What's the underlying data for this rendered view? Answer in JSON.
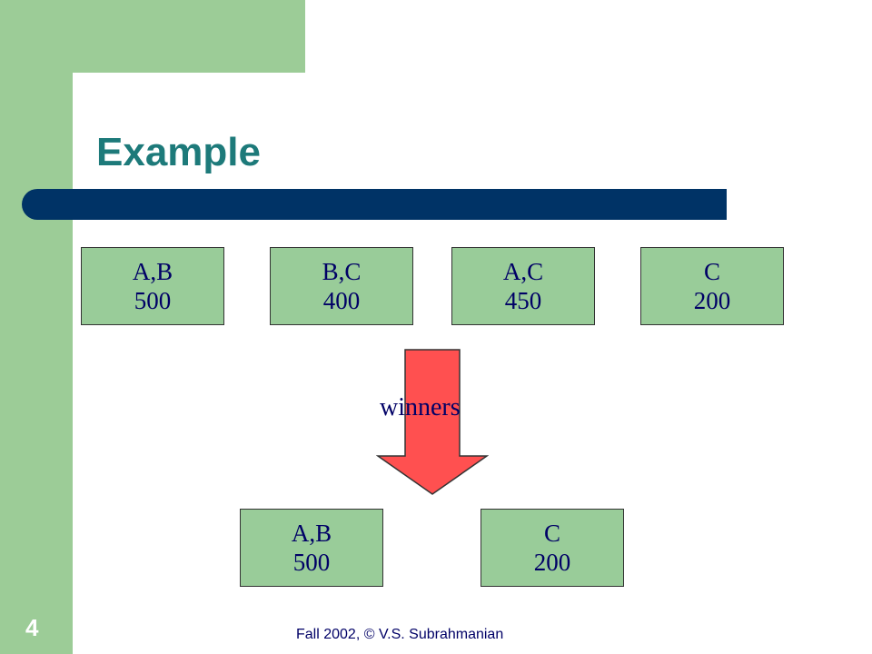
{
  "slide": {
    "title": "Example",
    "number": "4",
    "footer": "Fall 2002, © V.S. Subrahmanian"
  },
  "bids": [
    {
      "items": "A,B",
      "price": "500"
    },
    {
      "items": "B,C",
      "price": "400"
    },
    {
      "items": "A,C",
      "price": "450"
    },
    {
      "items": "C",
      "price": "200"
    }
  ],
  "arrow_label": "winners",
  "winners": [
    {
      "items": "A,B",
      "price": "500"
    },
    {
      "items": "C",
      "price": "200"
    }
  ],
  "colors": {
    "sidebar": "#9ccc97",
    "title": "#1d7a7a",
    "title_bar": "#003366",
    "box_fill": "#99cc99",
    "box_text": "#000066",
    "arrow": "#ff5050"
  }
}
